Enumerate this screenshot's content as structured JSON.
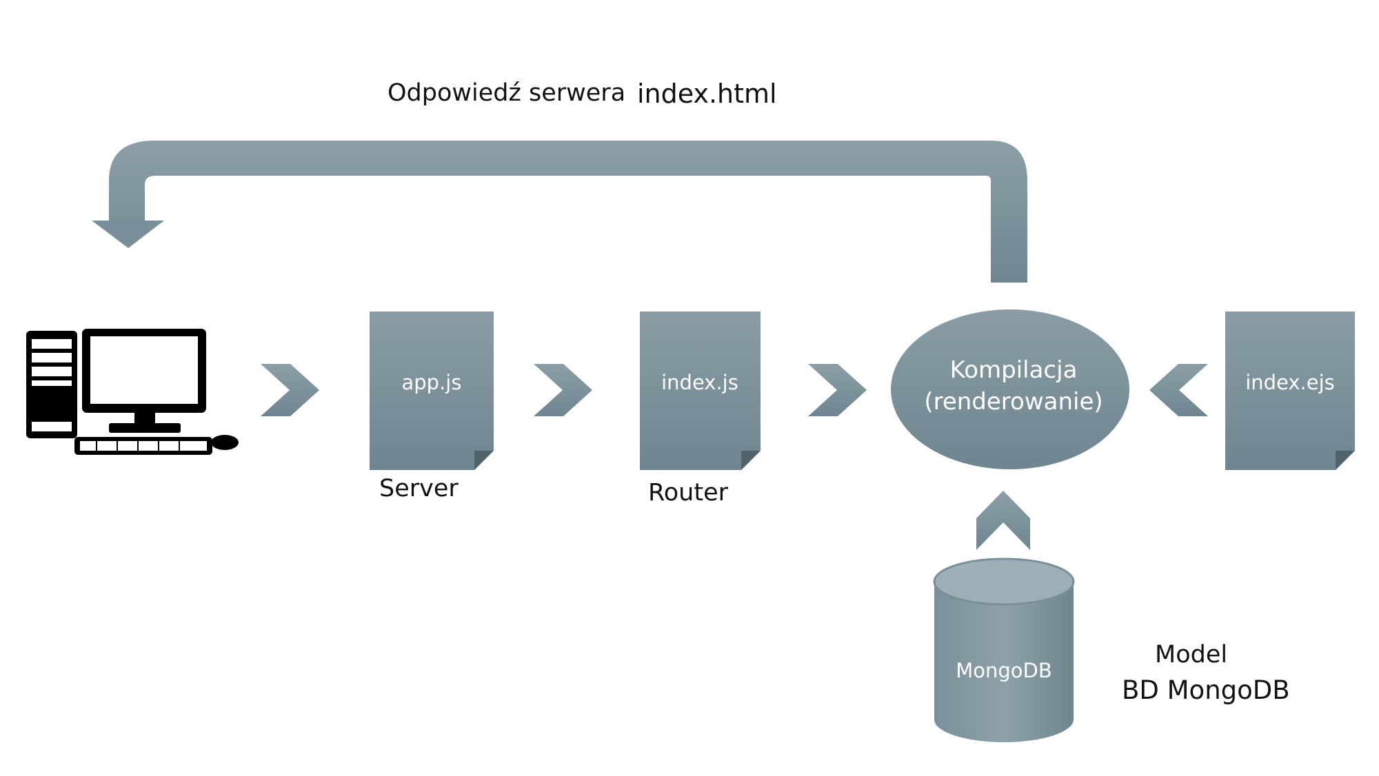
{
  "diagram": {
    "response_label": "Odpowiedź serwera",
    "response_file": "index.html",
    "computer_icon": "desktop-computer-icon",
    "colors": {
      "shape_top": "#8A9DA6",
      "shape_bottom": "#6F858F",
      "shape_fold": "#51646E",
      "text_on_shape": "#ffffff",
      "caption_text": "#111111",
      "background": "#ffffff"
    },
    "nodes": {
      "appjs": {
        "file_label": "app.js",
        "caption": "Server"
      },
      "indexjs": {
        "file_label": "index.js",
        "caption": "Router"
      },
      "compile": {
        "line1": "Kompilacja",
        "line2": "(renderowanie)"
      },
      "indexejs": {
        "file_label": "index.ejs"
      },
      "mongodb": {
        "label": "MongoDB",
        "caption_line1": "Model",
        "caption_line2": "BD MongoDB"
      }
    }
  }
}
